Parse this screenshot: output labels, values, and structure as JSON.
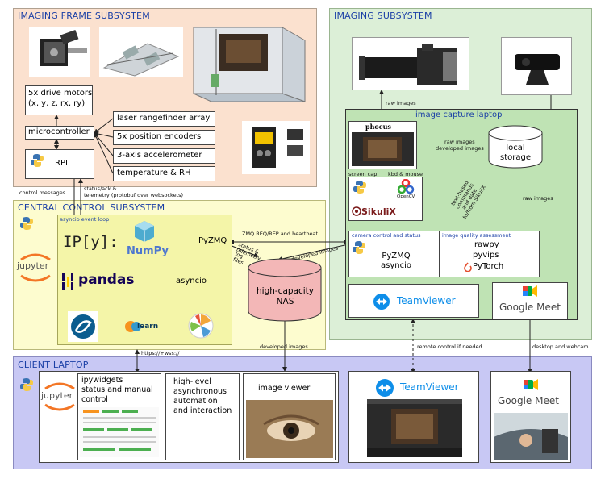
{
  "panels": {
    "imaging_frame": "IMAGING FRAME SUBSYSTEM",
    "imaging": "IMAGING SUBSYSTEM",
    "central": "CENTRAL CONTROL SUBSYSTEM",
    "client": "CLIENT LAPTOP"
  },
  "frame": {
    "motors": "5x drive motors\n(x, y, z, rx, ry)",
    "microcontroller": "microcontroller",
    "rpi": "RPI",
    "sensors": [
      "laser rangefinder array",
      "5x position encoders",
      "3-axis accelerometer",
      "temperature & RH"
    ]
  },
  "central": {
    "loop_title": "asyncio event loop",
    "ipy": "IP[y]:",
    "numpy": "NumPy",
    "pyzmq": "PyZMQ",
    "pandas": "pandas",
    "asyncio": "asyncio",
    "jupyter": "jupyter",
    "learn": "learn",
    "control_messages": "control messages",
    "status_ack": "status/ack &\ntelemetry (protobuf over websockets)",
    "https": "https://+wss://"
  },
  "imaging": {
    "capture_laptop": "image capture laptop",
    "raw_images_top": "raw images",
    "raw_dev": "raw images\ndeveloped images",
    "local_storage": "local\nstorage",
    "screen_cap": "screen cap",
    "kbd_mouse": "kbd & mouse",
    "text_cmds": "text-based\ncommands\nand data\nto/from SikuliX",
    "raw_images_right": "raw images",
    "opencv": "OpenCV",
    "sikulix": "SikuliX",
    "phocus": "phocus",
    "camera_control_title": "camera control and status",
    "camera_control_body": "PyZMQ\nasyncio",
    "iqa_title": "image quality assessment",
    "iqa_body": [
      "rawpy",
      "pyvips",
      "PyTorch"
    ],
    "teamviewer": "TeamViewer",
    "google_meet": "Google Meet"
  },
  "links": {
    "zmq": "ZMQ REQ/REP and heartbeat",
    "status_tel": "status &\ntelemetry",
    "log_files": "log\nfiles",
    "developed_images": "developed images",
    "nas": "high-capacity\nNAS",
    "developed_images_down": "developed images",
    "remote_control": "remote control if needed",
    "desktop_webcam": "desktop and webcam"
  },
  "client": {
    "ipywidgets": "ipywidgets\nstatus and manual\ncontrol",
    "highlevel": "high-level\nasynchronous\nautomation\nand interaction",
    "image_viewer": "image viewer",
    "jupyter": "jupyter",
    "teamviewer": "TeamViewer",
    "google_meet": "Google Meet"
  },
  "colors": {
    "frame_bg": "#fbe1cf",
    "imaging_bg": "#dcefd7",
    "capture_bg": "#bfe3b4",
    "central_bg": "#fdfccf",
    "loop_bg": "#f4f5a8",
    "client_bg": "#c8c8f4",
    "nas_fill": "#f3b7b7"
  }
}
